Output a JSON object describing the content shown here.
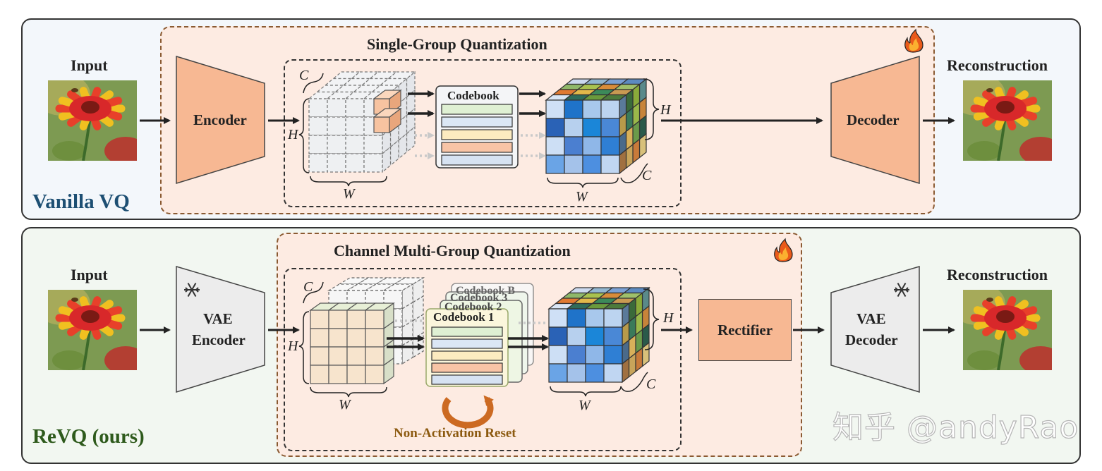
{
  "top": {
    "section_label": "Vanilla VQ",
    "input_label": "Input",
    "output_label": "Reconstruction",
    "quant_title": "Single-Group Quantization",
    "encoder": "Encoder",
    "decoder": "Decoder",
    "codebook": "Codebook",
    "dims": {
      "c": "C",
      "h": "H",
      "w": "W"
    },
    "trainable_icon": "fire-icon"
  },
  "bottom": {
    "section_label": "ReVQ (ours)",
    "input_label": "Input",
    "output_label": "Reconstruction",
    "quant_title": "Channel Multi-Group Quantization",
    "encoder_line1": "VAE",
    "encoder_line2": "Encoder",
    "decoder_line1": "VAE",
    "decoder_line2": "Decoder",
    "rectifier": "Rectifier",
    "codebook_front": "Codebook 1",
    "codebook_mid2": "Codebook 2",
    "codebook_mid3": "Codebook 3",
    "codebook_back": "Codebook B",
    "reset_label": "Non-Activation Reset",
    "dims": {
      "c": "C",
      "h": "H",
      "w": "W"
    },
    "trainable_icon": "fire-icon",
    "frozen_icon": "snowflake-icon"
  },
  "watermark": "知乎 @andyRao",
  "colors": {
    "top_panel_bg": "#f3f7fb",
    "bottom_panel_bg": "#f2f7f1",
    "quant_bg": "#fdebe2",
    "encoder_fill": "#f7b893",
    "frozen_fill": "#ececec",
    "top_label": "#1d4f73",
    "bottom_label": "#2e5a1c",
    "reset_label": "#8c5a10",
    "reset_arrow": "#cc6a22"
  },
  "codebook_rows": [
    "#dff0d3",
    "#dbe7f5",
    "#fcebc0",
    "#f8c4a6",
    "#d6e2f2"
  ]
}
